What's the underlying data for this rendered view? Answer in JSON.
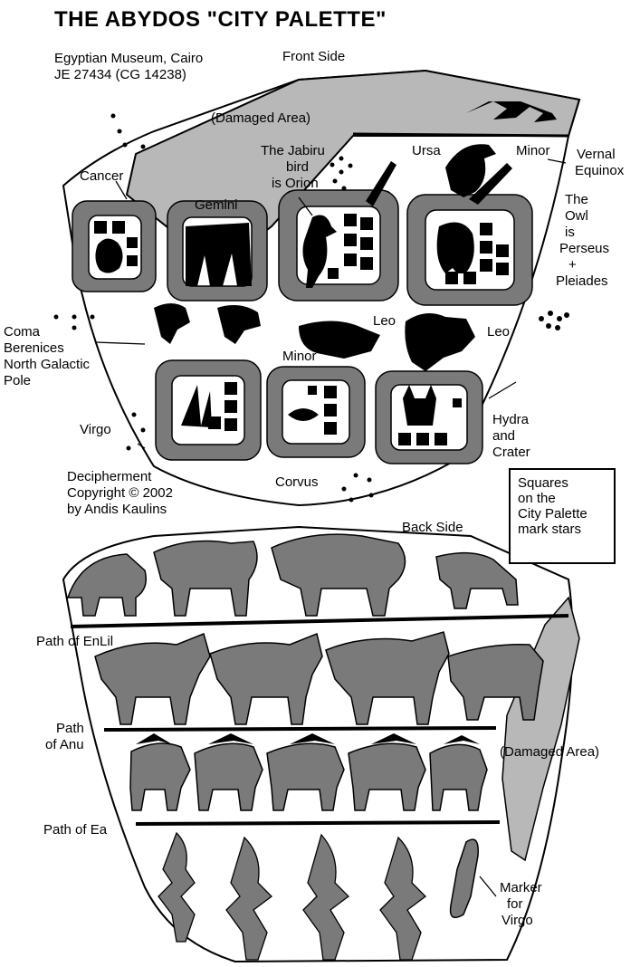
{
  "title": "THE ABYDOS \"CITY PALETTE\"",
  "front": {
    "museum_line1": "Egyptian Museum, Cairo",
    "museum_line2": "JE 27434 (CG 14238)",
    "side_label": "Front Side",
    "damaged": "(Damaged Area)",
    "jabiru": [
      "The Jabiru",
      "bird",
      "is Orion"
    ],
    "ursa": "Ursa",
    "minor": "Minor",
    "vernal": [
      "Vernal",
      "Equinox"
    ],
    "cancer": "Cancer",
    "gemini": "Gemini",
    "owl": [
      "The",
      "Owl",
      "is",
      "Perseus",
      "+",
      "Pleiades"
    ],
    "coma": [
      "Coma",
      "Berenices",
      "North Galactic",
      "Pole"
    ],
    "leo_minor": [
      "Leo",
      "Minor"
    ],
    "leo": "Leo",
    "virgo": "Virgo",
    "hydra": [
      "Hydra",
      "and",
      "Crater"
    ],
    "corvus": "Corvus",
    "copyright": [
      "Decipherment",
      "Copyright © 2002",
      "by Andis Kaulins"
    ]
  },
  "note_box": [
    "Squares",
    "on the",
    "City Palette",
    "mark stars"
  ],
  "back": {
    "side_label": "Back Side",
    "enlil": "Path of EnLil",
    "anu": [
      "Path",
      "of Anu"
    ],
    "damaged": "(Damaged Area)",
    "ea": "Path of Ea",
    "marker": [
      "Marker",
      "for",
      "Virgo"
    ]
  },
  "colors": {
    "stone_gray": "#7a7a7a",
    "light_gray": "#b8b8b8",
    "ink": "#000000"
  }
}
